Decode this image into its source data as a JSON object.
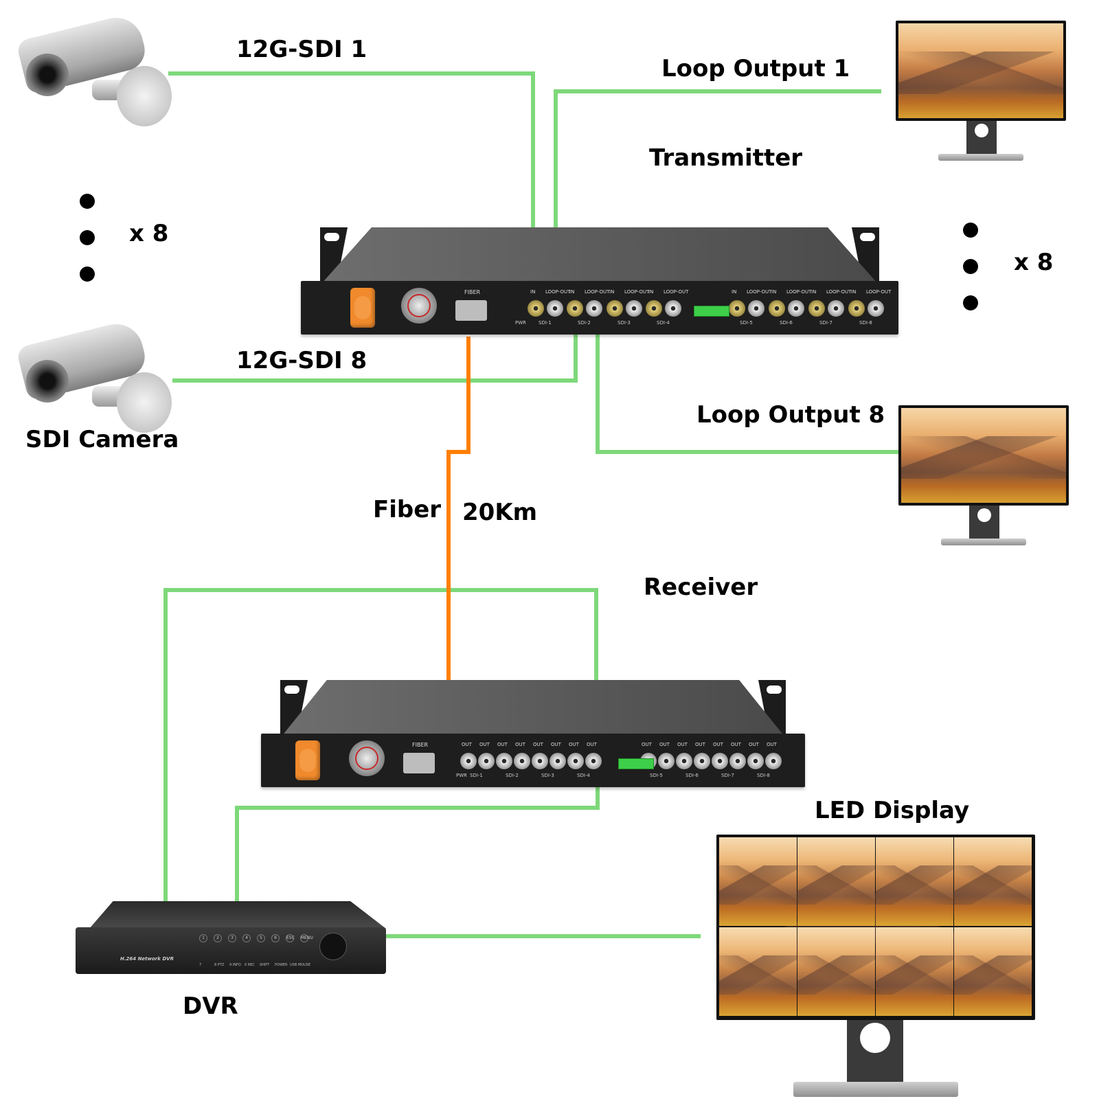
{
  "colors": {
    "sdi_cable": "#7ED87A",
    "fiber_cable": "#FF7F00",
    "label_text": "#000000",
    "background": "#FFFFFF"
  },
  "labels": {
    "sdi1": "12G-SDI 1",
    "sdi8": "12G-SDI 8",
    "sdi_camera": "SDI Camera",
    "camera_multiplier": "x 8",
    "loop_output_1": "Loop Output 1",
    "loop_output_8": "Loop Output 8",
    "monitor_multiplier": "x 8",
    "transmitter": "Transmitter",
    "receiver": "Receiver",
    "fiber": "Fiber",
    "distance": "20Km",
    "led_display": "LED Display",
    "dvr": "DVR"
  },
  "transmitter": {
    "fiber_label": "FIBER",
    "pwr_label": "PWR",
    "channels": [
      {
        "in": "IN",
        "out": "LOOP-OUT",
        "name": "SDI-1"
      },
      {
        "in": "IN",
        "out": "LOOP-OUT",
        "name": "SDI-2"
      },
      {
        "in": "IN",
        "out": "LOOP-OUT",
        "name": "SDI-3"
      },
      {
        "in": "IN",
        "out": "LOOP-OUT",
        "name": "SDI-4"
      },
      {
        "in": "IN",
        "out": "LOOP-OUT",
        "name": "SDI-5"
      },
      {
        "in": "IN",
        "out": "LOOP-OUT",
        "name": "SDI-6"
      },
      {
        "in": "IN",
        "out": "LOOP-OUT",
        "name": "SDI-7"
      },
      {
        "in": "IN",
        "out": "LOOP-OUT",
        "name": "SDI-8"
      }
    ]
  },
  "receiver": {
    "fiber_label": "FIBER",
    "pwr_label": "PWR",
    "channels": [
      {
        "a": "OUT",
        "b": "OUT",
        "name": "SDI-1"
      },
      {
        "a": "OUT",
        "b": "OUT",
        "name": "SDI-2"
      },
      {
        "a": "OUT",
        "b": "OUT",
        "name": "SDI-3"
      },
      {
        "a": "OUT",
        "b": "OUT",
        "name": "SDI-4"
      },
      {
        "a": "OUT",
        "b": "OUT",
        "name": "SDI-5"
      },
      {
        "a": "OUT",
        "b": "OUT",
        "name": "SDI-6"
      },
      {
        "a": "OUT",
        "b": "OUT",
        "name": "SDI-7"
      },
      {
        "a": "OUT",
        "b": "OUT",
        "name": "SDI-8"
      }
    ]
  },
  "dvr_panel": {
    "brand": "H.264 Network DVR",
    "top_buttons": [
      "1",
      "2",
      "3",
      "4",
      "5",
      "6",
      "ESC",
      "MENU"
    ],
    "bottom_labels": [
      "7",
      "8 PTZ",
      "9 INFO",
      "0 REC",
      "SHIFT",
      "POWER",
      "USB MOUSE"
    ]
  },
  "led_display": {
    "grid_rows": 2,
    "grid_cols": 4
  }
}
